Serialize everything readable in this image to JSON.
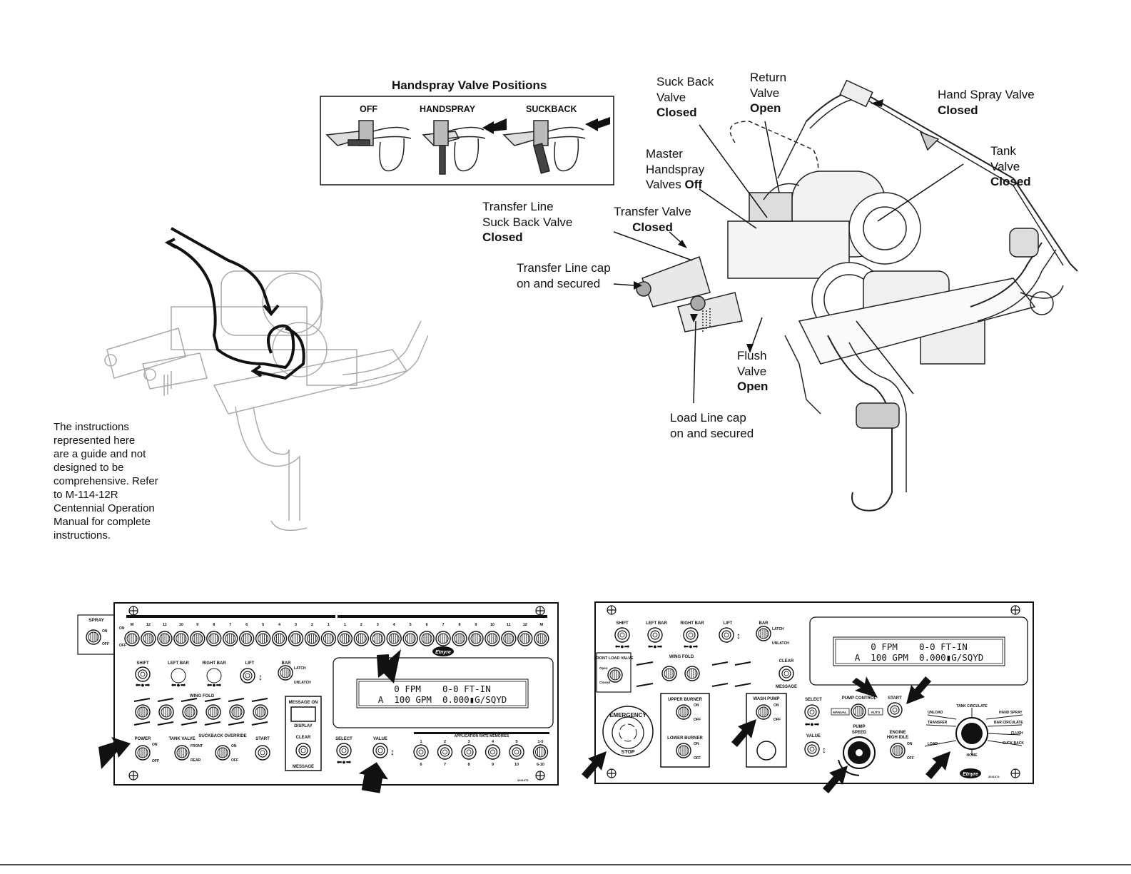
{
  "handspray": {
    "title": "Handspray Valve Positions",
    "positions": [
      "OFF",
      "HANDSPRAY",
      "SUCKBACK"
    ]
  },
  "callouts": {
    "suck_back": {
      "line1": "Suck Back",
      "line2": "Valve",
      "state": "Closed"
    },
    "return": {
      "line1": "Return",
      "line2": "Valve",
      "state": "Open"
    },
    "hand_spray": {
      "line1": "Hand Spray Valve",
      "state": "Closed"
    },
    "tank": {
      "line1": "Tank",
      "line2": "Valve",
      "state": "Closed"
    },
    "master": {
      "line1": "Master",
      "line2": "Handspray",
      "line3": "Valves",
      "state": "Off"
    },
    "transfer_line_suck": {
      "line1": "Transfer Line",
      "line2": "Suck Back Valve",
      "state": "Closed"
    },
    "transfer_valve": {
      "line1": "Transfer Valve",
      "state": "Closed"
    },
    "transfer_cap": {
      "line1": "Transfer Line cap",
      "line2": "on and secured"
    },
    "flush": {
      "line1": "Flush",
      "line2": "Valve",
      "state": "Open"
    },
    "load_cap": {
      "line1": "Load Line cap",
      "line2": "on and secured"
    }
  },
  "note": [
    "The instructions",
    "represented here",
    "are a guide and not",
    "designed to be",
    "comprehensive. Refer",
    "to M-114-12R",
    "Centennial Operation",
    "Manual for complete",
    "instructions."
  ],
  "left_panel": {
    "spray": {
      "title": "SPRAY",
      "on": "ON",
      "off": "OFF"
    },
    "toggle_labels": [
      "M",
      "12",
      "11",
      "10",
      "9",
      "8",
      "7",
      "6",
      "5",
      "4",
      "3",
      "2",
      "1",
      "1",
      "2",
      "3",
      "4",
      "5",
      "6",
      "7",
      "8",
      "9",
      "10",
      "11",
      "12",
      "M"
    ],
    "on": "ON",
    "off": "OFF",
    "controls": {
      "shift": "SHIFT",
      "left_bar": "LEFT BAR",
      "right_bar": "RIGHT BAR",
      "lift": "LIFT",
      "bar": "BAR",
      "latch": "LATCH",
      "unlatch": "UNLATCH"
    },
    "wing_fold": "WING FOLD",
    "message_on": "MESSAGE ON",
    "display": "DISPLAY",
    "clear": "CLEAR",
    "message": "MESSAGE",
    "lcd_line1": "0 FPM    0-0 FT-IN",
    "lcd_line2": "A  100 GPM  0.000▮G/SQYD",
    "bottom": {
      "power": "POWER",
      "tank_valve": "TANK VALVE",
      "front": "FRONT",
      "rear": "REAR",
      "suckback_override": "SUCKBACK OVERRIDE",
      "start": "START",
      "select": "SELECT",
      "value": "VALUE"
    },
    "memories_title": "APPLICATION RATE MEMORIES",
    "memories_top": [
      "1",
      "2",
      "3",
      "4",
      "5",
      "1-5"
    ],
    "memories_bottom": [
      "6",
      "7",
      "8",
      "9",
      "10",
      "6-10"
    ],
    "logo": "Etnyre"
  },
  "right_panel": {
    "controls": {
      "shift": "SHIFT",
      "left_bar": "LEFT BAR",
      "right_bar": "RIGHT BAR",
      "lift": "LIFT",
      "bar": "BAR",
      "latch": "LATCH",
      "unlatch": "UNLATCH",
      "wing_fold": "WING FOLD",
      "clear": "CLEAR",
      "message": "MESSAGE"
    },
    "front_load": "FRONT LOAD VALVE",
    "open": "Open",
    "closed": "Closed",
    "emergency": "EMERGENCY",
    "stop": "STOP",
    "upper_burner": "UPPER BURNER",
    "lower_burner": "LOWER BURNER",
    "wash_pump": "WASH PUMP",
    "select": "SELECT",
    "value": "VALUE",
    "pump_control": "PUMP CONTROL",
    "manual": "MANUAL",
    "auto": "AUTO",
    "start": "START",
    "pump_speed": "PUMP SPEED",
    "engine_high_idle": "ENGINE HIGH IDLE",
    "lcd_line1": "0 FPM    0-0 FT-IN",
    "lcd_line2": "A  100 GPM  0.000▮G/SQYD",
    "selector": {
      "unload": "UNLOAD",
      "tank_circulate": "TANK CIRCULATE",
      "hand_spray": "HAND SPRAY",
      "transfer": "TRANSFER",
      "bar_circulate": "BAR CIRCULATE",
      "flush": "FLUSH",
      "load": "LOAD",
      "home": "HOME",
      "suck_back": "SUCK BACK"
    },
    "on": "ON",
    "off": "OFF",
    "logo": "Etnyre"
  }
}
